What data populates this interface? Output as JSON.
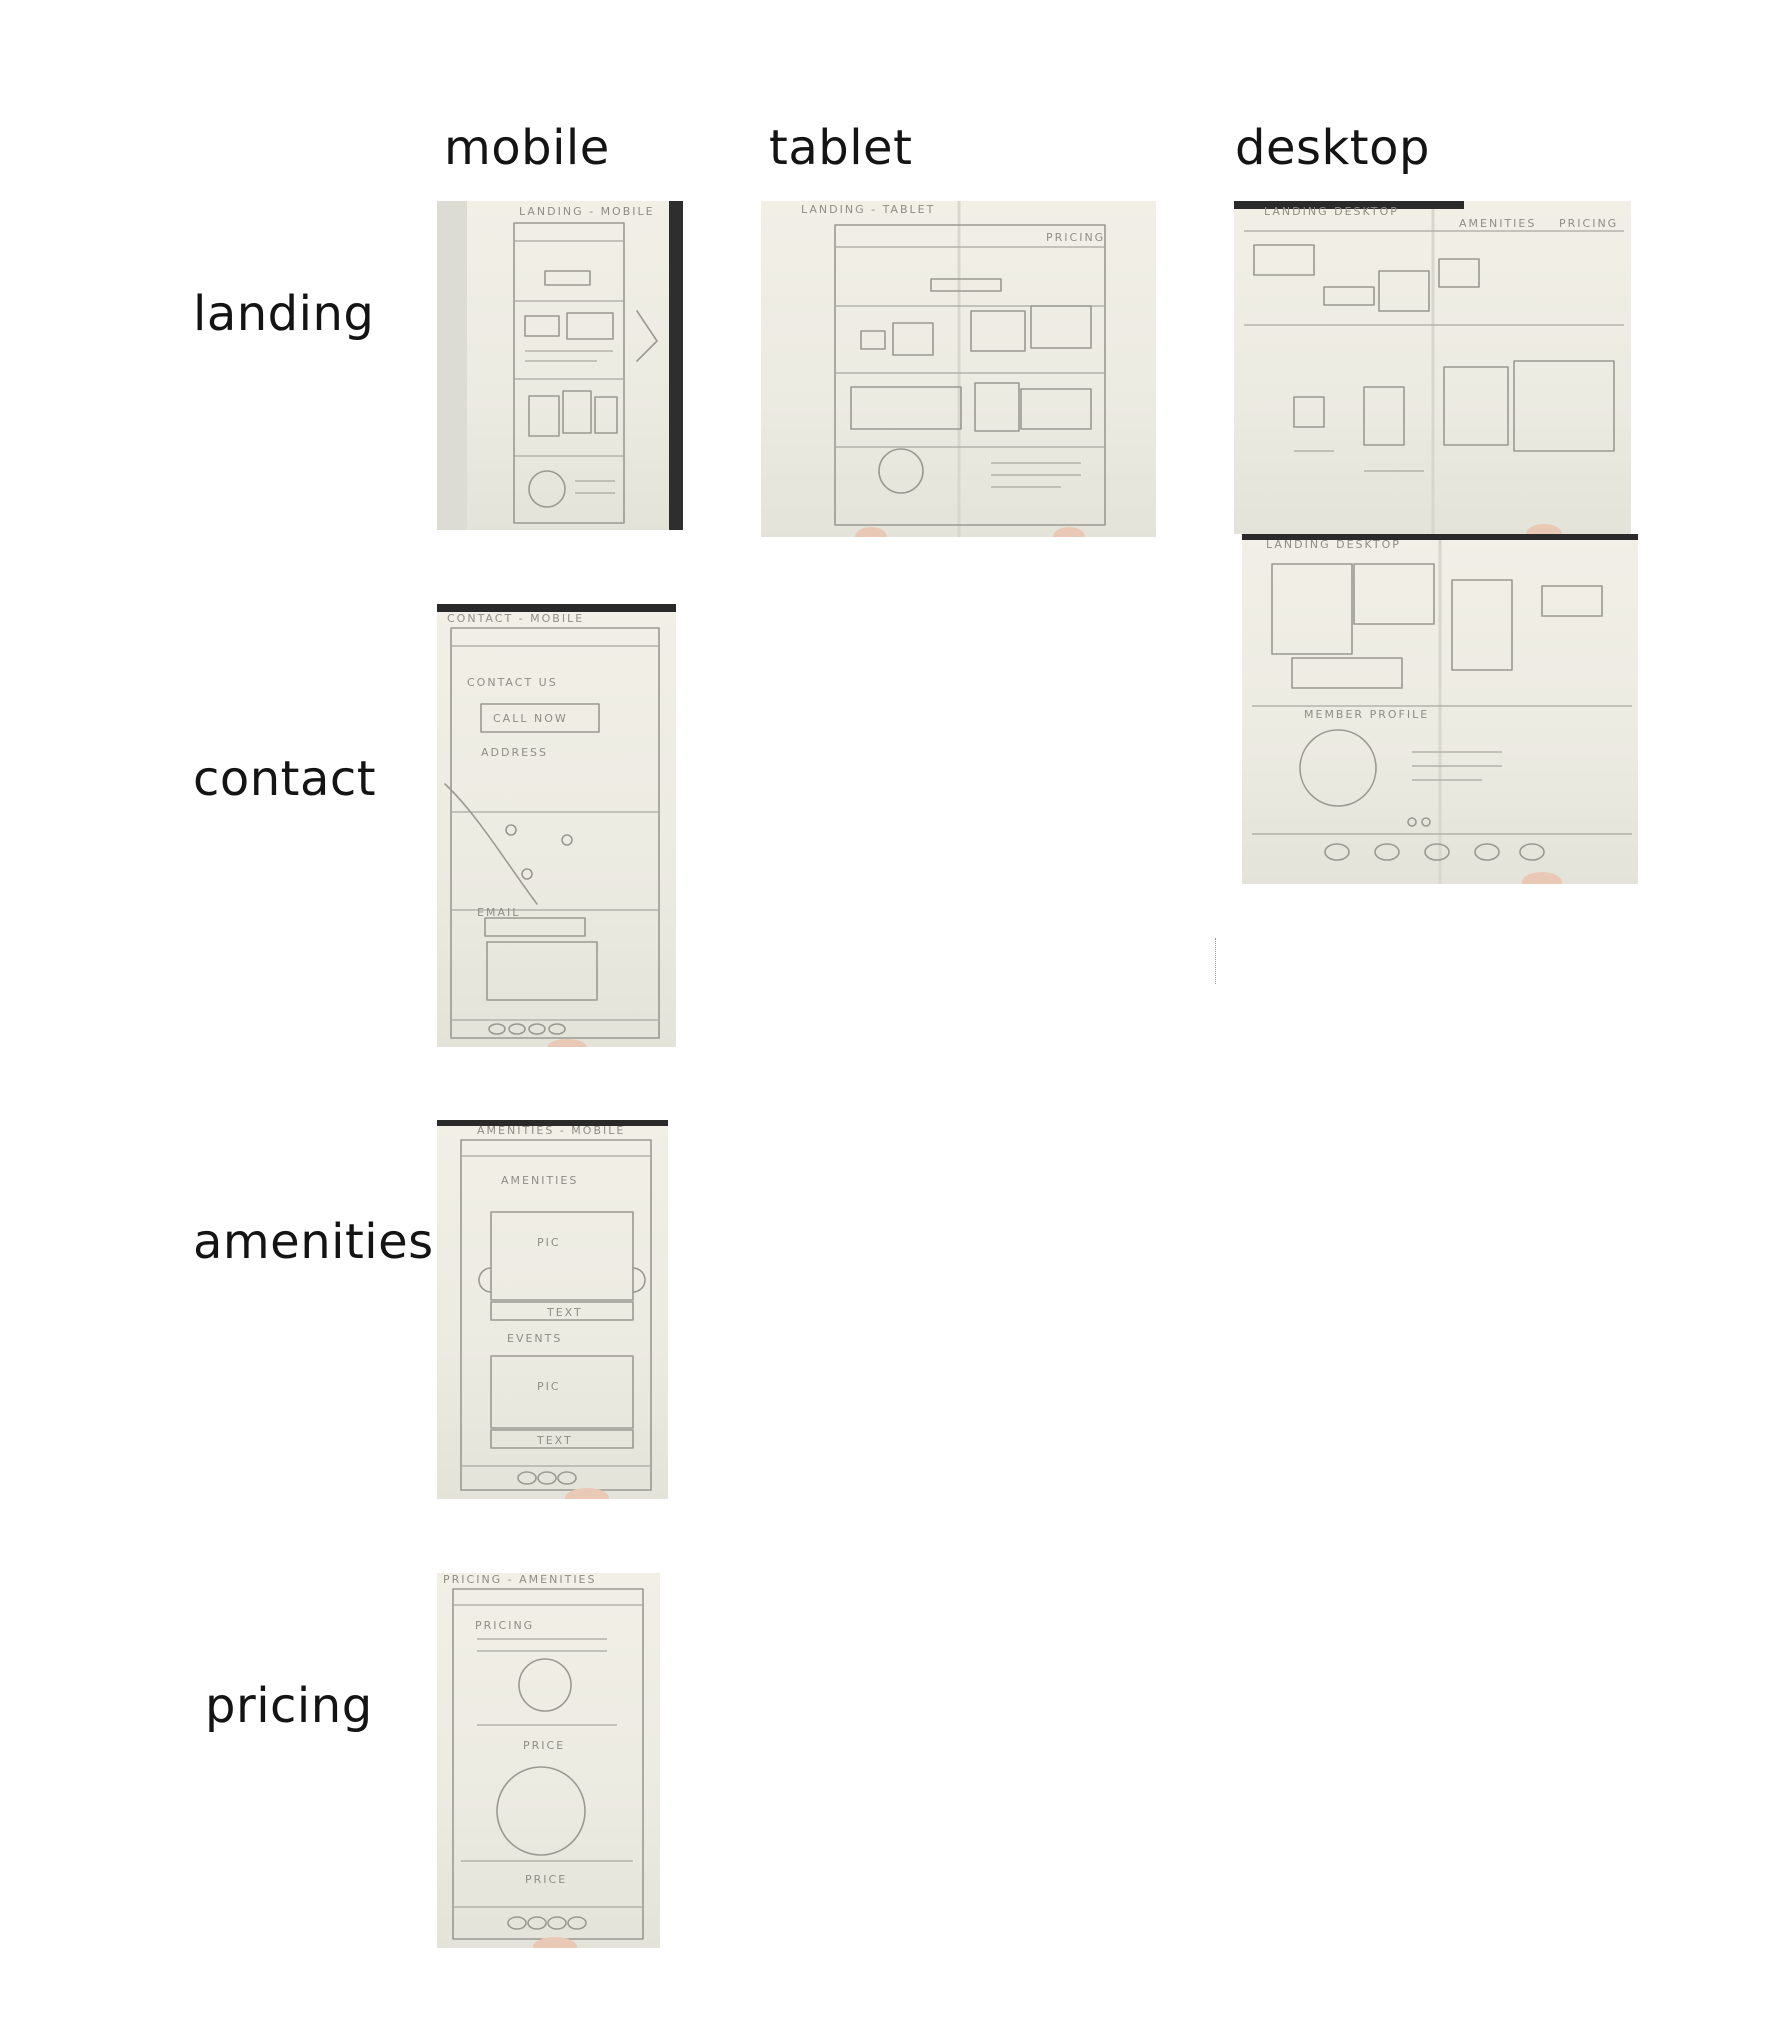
{
  "columns": {
    "mobile": "mobile",
    "tablet": "tablet",
    "desktop": "desktop"
  },
  "rows": {
    "landing": "landing",
    "contact": "contact",
    "amenities": "amenities",
    "pricing": "pricing"
  },
  "sketches": {
    "landing_mobile": "LANDING - MOBILE",
    "landing_tablet": "LANDING - TABLET",
    "landing_desktop": "LANDING DESKTOP",
    "contact_mobile": "CONTACT - MOBILE",
    "contact_us": "CONTACT US",
    "call_now": "CALL NOW",
    "address": "ADDRESS",
    "email": "EMAIL",
    "amenities_mobile": "AMENITIES - MOBILE",
    "amenities": "AMENITIES",
    "pic": "PIC",
    "text": "TEXT",
    "events": "EVENTS",
    "pricing_amenities": "PRICING - AMENITIES",
    "pricing": "PRICING",
    "price": "PRICE",
    "member_profile": "MEMBER PROFILE",
    "nav_amenities": "AMENITIES",
    "nav_pricing": "PRICING"
  }
}
